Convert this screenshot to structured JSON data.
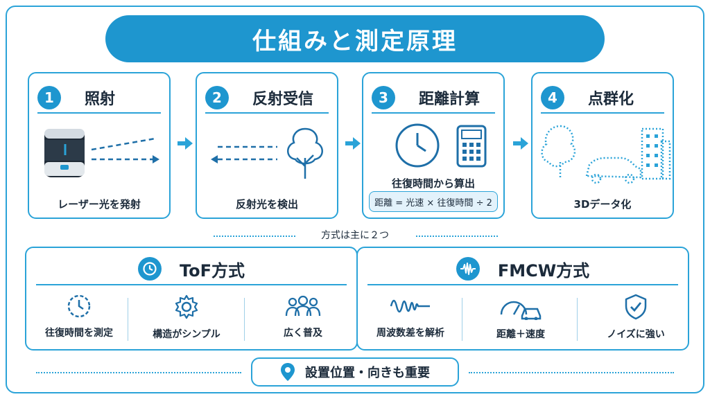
{
  "title": "仕組みと測定原理",
  "steps": [
    {
      "num": "1",
      "title": "照射",
      "caption": "レーザー光を発射"
    },
    {
      "num": "2",
      "title": "反射受信",
      "caption": "反射光を検出"
    },
    {
      "num": "3",
      "title": "距離計算",
      "caption": "往復時間から算出",
      "formula": "距離 = 光速 × 往復時間 ÷ 2"
    },
    {
      "num": "4",
      "title": "点群化",
      "caption": "3Dデータ化"
    }
  ],
  "divider_label": "方式は主に２つ",
  "methods": [
    {
      "title": "ToF方式",
      "features": [
        {
          "label": "往復時間を測定",
          "icon": "clock-icon"
        },
        {
          "label": "構造がシンプル",
          "icon": "gear-icon"
        },
        {
          "label": "広く普及",
          "icon": "people-icon"
        }
      ]
    },
    {
      "title": "FMCW方式",
      "features": [
        {
          "label": "周波数差を解析",
          "icon": "wave-icon"
        },
        {
          "label": "距離＋速度",
          "icon": "speedometer-car-icon"
        },
        {
          "label": "ノイズに強い",
          "icon": "shield-check-icon"
        }
      ]
    }
  ],
  "bottom_note": "設置位置・向きも重要",
  "colors": {
    "accent": "#1e96cf",
    "border": "#2aa3d8",
    "text": "#1b2a3a",
    "formula_bg": "#e3f2fb"
  }
}
